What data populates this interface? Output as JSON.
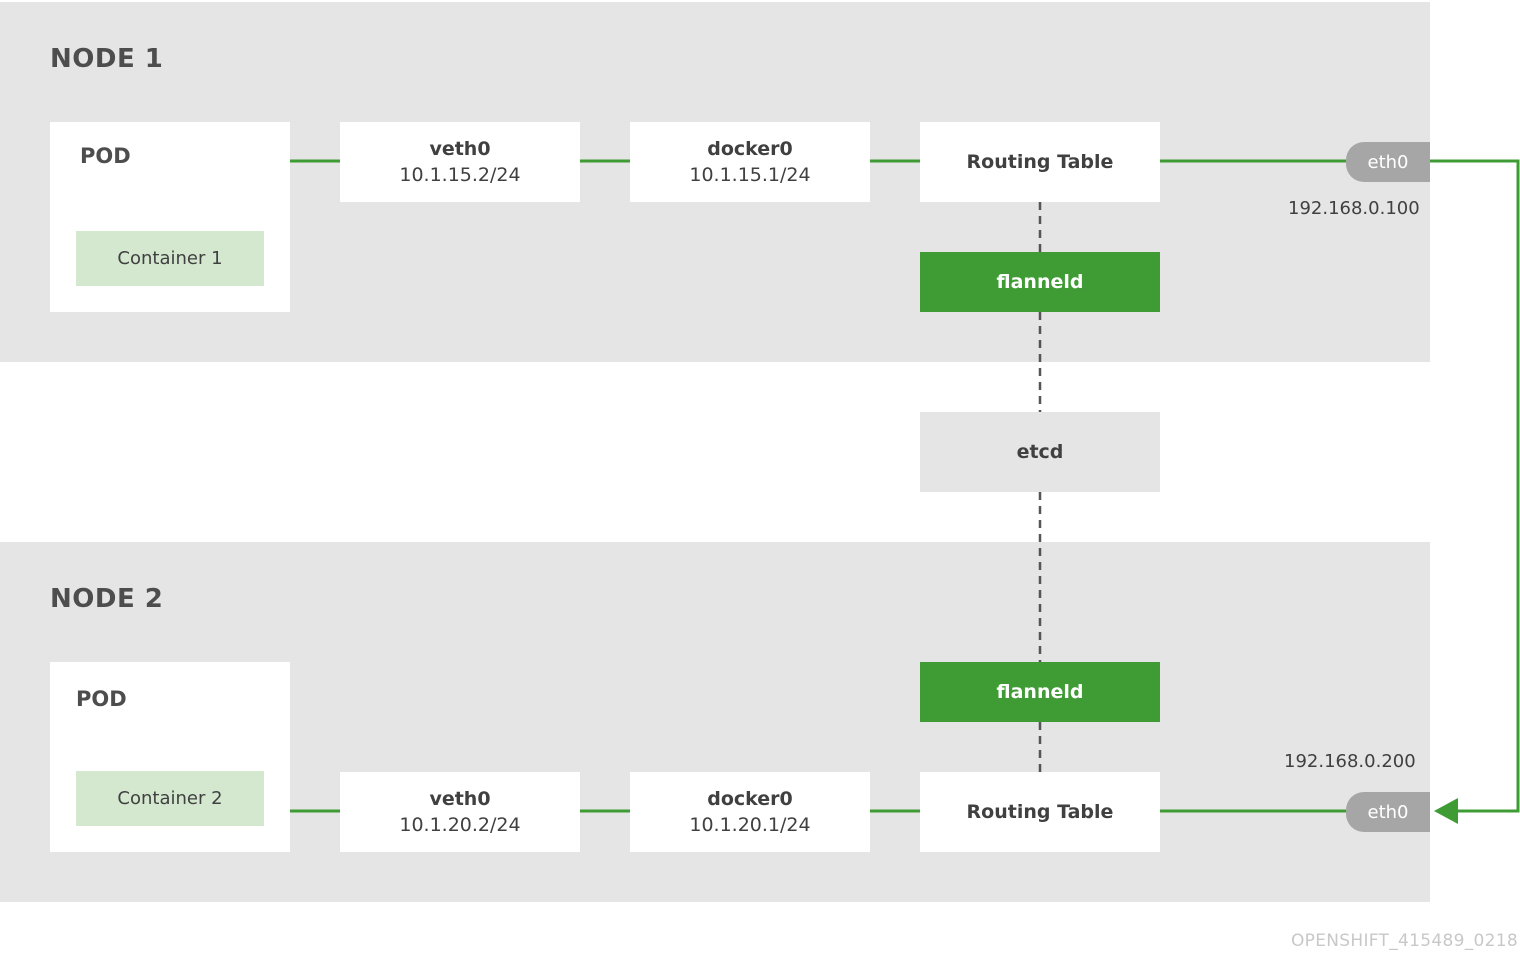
{
  "node1": {
    "title": "NODE 1",
    "pod": {
      "label": "POD",
      "container": "Container 1"
    },
    "veth": {
      "name": "veth0",
      "ip": "10.1.15.2/24"
    },
    "docker": {
      "name": "docker0",
      "ip": "10.1.15.1/24"
    },
    "routing_table": "Routing Table",
    "flanneld": "flanneld",
    "eth": "eth0",
    "eth_ip": "192.168.0.100"
  },
  "etcd": "etcd",
  "node2": {
    "title": "NODE 2",
    "pod": {
      "label": "POD",
      "container": "Container 2"
    },
    "veth": {
      "name": "veth0",
      "ip": "10.1.20.2/24"
    },
    "docker": {
      "name": "docker0",
      "ip": "10.1.20.1/24"
    },
    "routing_table": "Routing Table",
    "flanneld": "flanneld",
    "eth": "eth0",
    "eth_ip": "192.168.0.200"
  },
  "footer": "OPENSHIFT_415489_0218",
  "colors": {
    "link_green": "#3f9c35",
    "flanneld_green": "#3f9c35",
    "container_green": "#d4e8d0",
    "node_background": "#e5e5e5",
    "eth_gray": "#a6a6a6",
    "dashed_gray": "#555555"
  }
}
